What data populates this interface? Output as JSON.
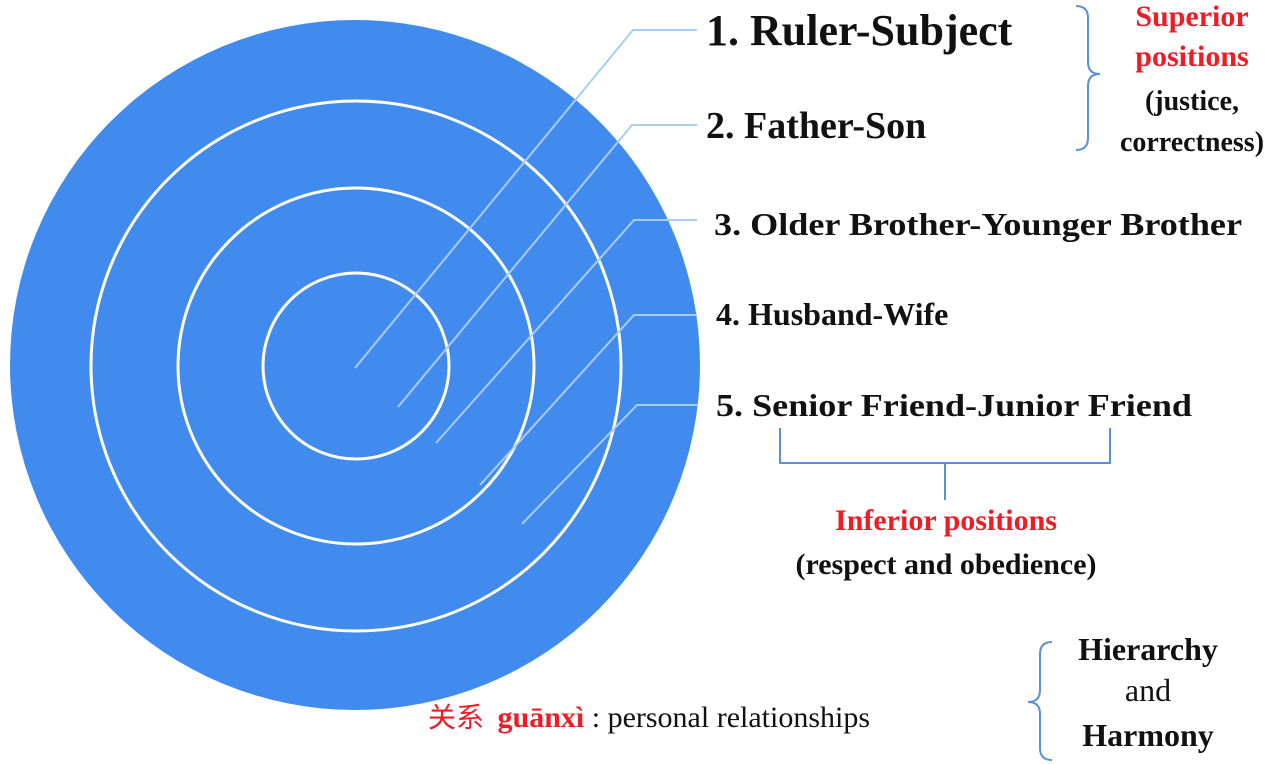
{
  "colors": {
    "disk": "#418bee",
    "ring": "#ffffff",
    "leader": "#a9cdf3",
    "bracket": "#5b8fd6",
    "accent_red": "#ee1c25",
    "text": "#111111"
  },
  "relationships": [
    {
      "label": "1. Ruler-Subject"
    },
    {
      "label": "2. Father-Son"
    },
    {
      "label": "3. Older Brother-Younger Brother"
    },
    {
      "label": "4. Husband-Wife"
    },
    {
      "label": "5. Senior Friend-Junior Friend"
    }
  ],
  "superior": {
    "line1": "Superior",
    "line2": "positions",
    "line3": "(justice,",
    "line4": "correctness)"
  },
  "inferior": {
    "title": "Inferior positions",
    "subtitle": "(respect and obedience)"
  },
  "guanxi": {
    "hanzi": "关系",
    "pinyin": "guānxì",
    "rest": ": personal relationships"
  },
  "hierarchy": {
    "line1": "Hierarchy",
    "line2": "and",
    "line3": "Harmony"
  }
}
